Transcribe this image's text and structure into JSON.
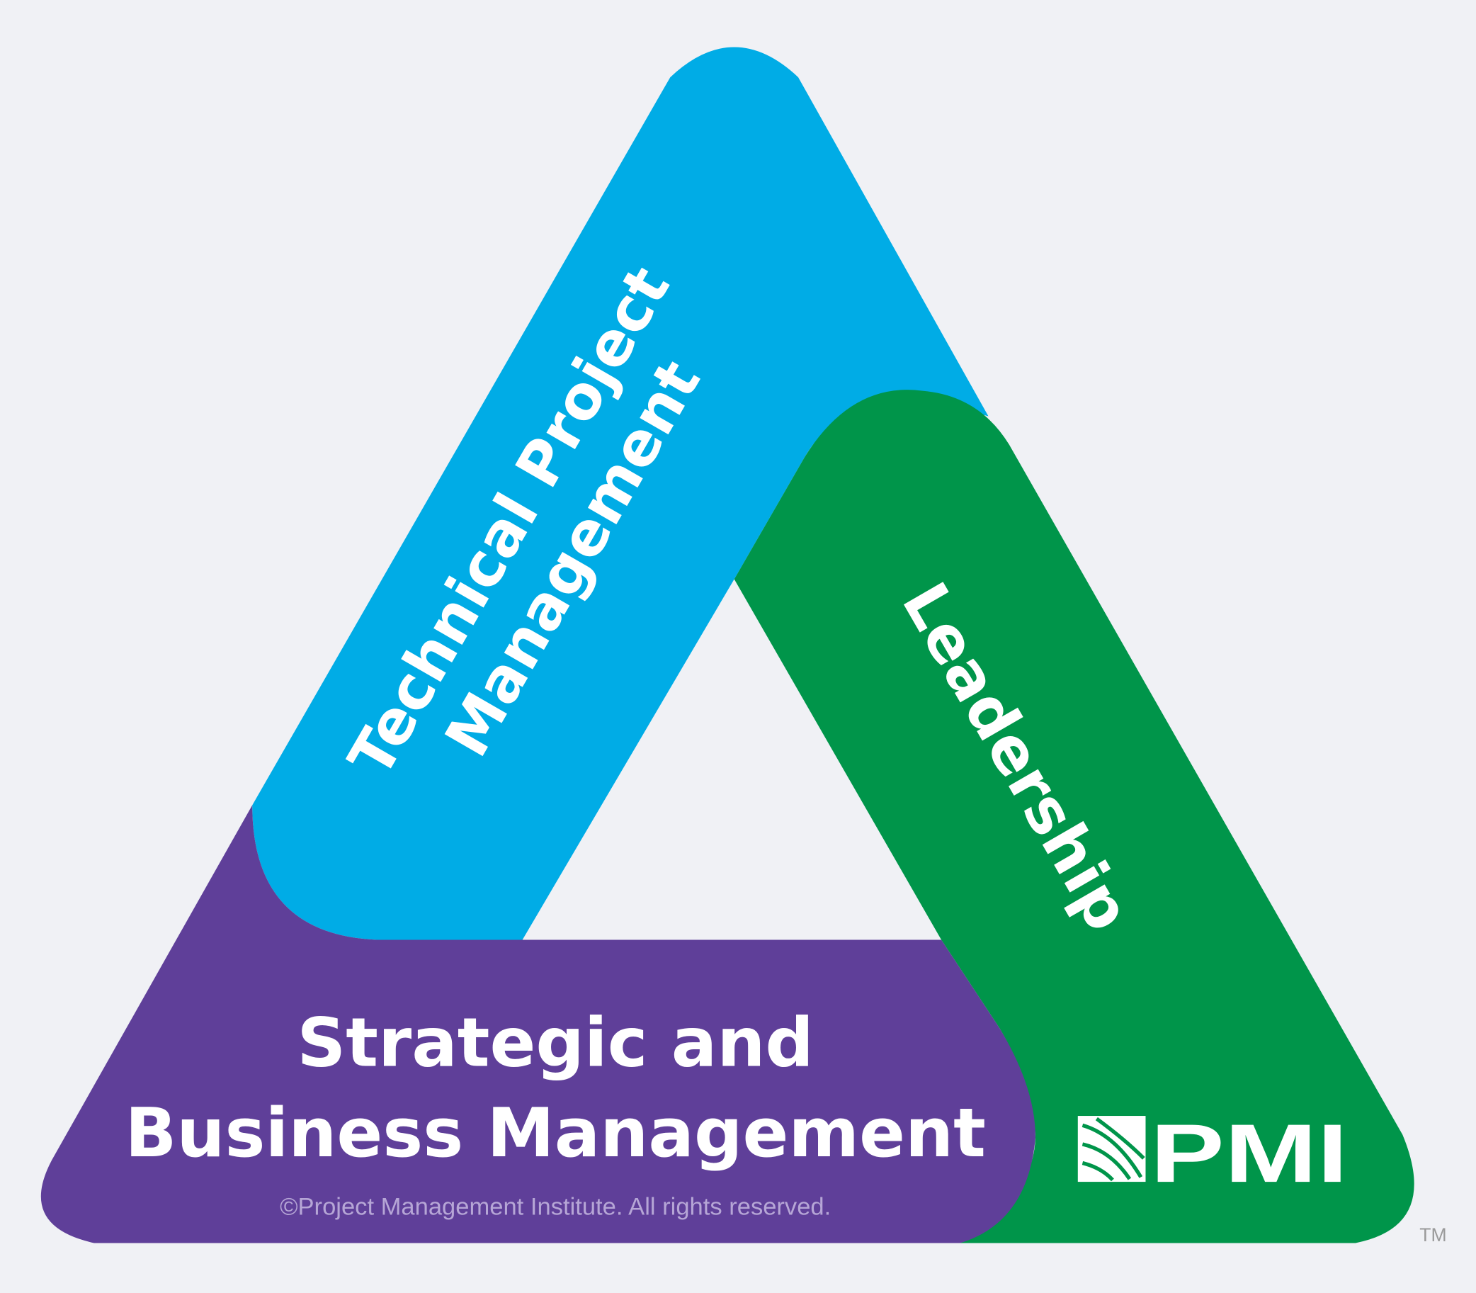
{
  "colors": {
    "background": "#f0f1f5",
    "technical": "#00ace6",
    "leadership": "#00954a",
    "strategic": "#5f3f99",
    "copyright_text": "#b6a6d6"
  },
  "triangle": {
    "technical": {
      "line1": "Technical Project",
      "line2": "Management"
    },
    "leadership": {
      "label": "Leadership"
    },
    "strategic": {
      "line1": "Strategic and",
      "line2": "Business Management"
    }
  },
  "copyright": "©Project Management Institute. All rights reserved.",
  "logo": {
    "text": "PMI",
    "icon": "globe-icon"
  },
  "trademark": "TM"
}
